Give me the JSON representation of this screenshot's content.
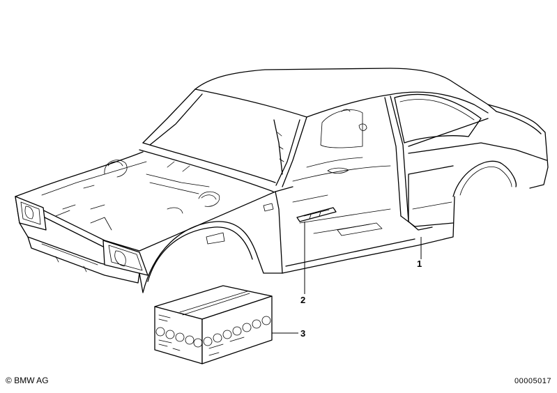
{
  "diagram": {
    "callouts": [
      {
        "id": "1",
        "label": "1"
      },
      {
        "id": "2",
        "label": "2"
      },
      {
        "id": "3",
        "label": "3"
      }
    ],
    "copyright": "BMW AG",
    "copyright_symbol": "©",
    "drawing_number": "00005017",
    "line_color": "#000000",
    "background_color": "#ffffff"
  }
}
